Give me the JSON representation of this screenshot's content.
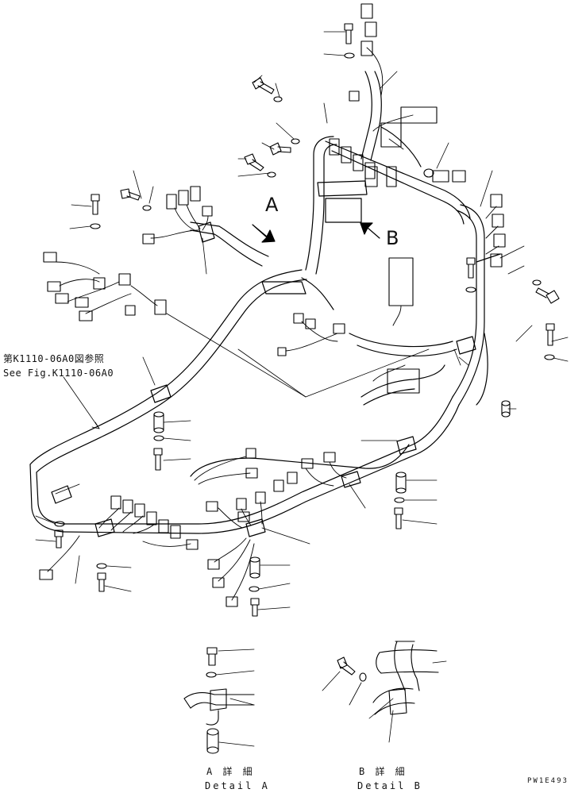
{
  "diagram": {
    "callout_a": "A",
    "callout_b": "B",
    "reference_jp": "第K1110-06A0図参照",
    "reference_en": "See Fig.K1110-06A0",
    "detail_a_jp": "A 詳 細",
    "detail_a_en": "Detail A",
    "detail_b_jp": "B 詳 細",
    "detail_b_en": "Detail B",
    "drawing_code": "PW1E493",
    "line_color": "#000000",
    "background": "#ffffff"
  }
}
